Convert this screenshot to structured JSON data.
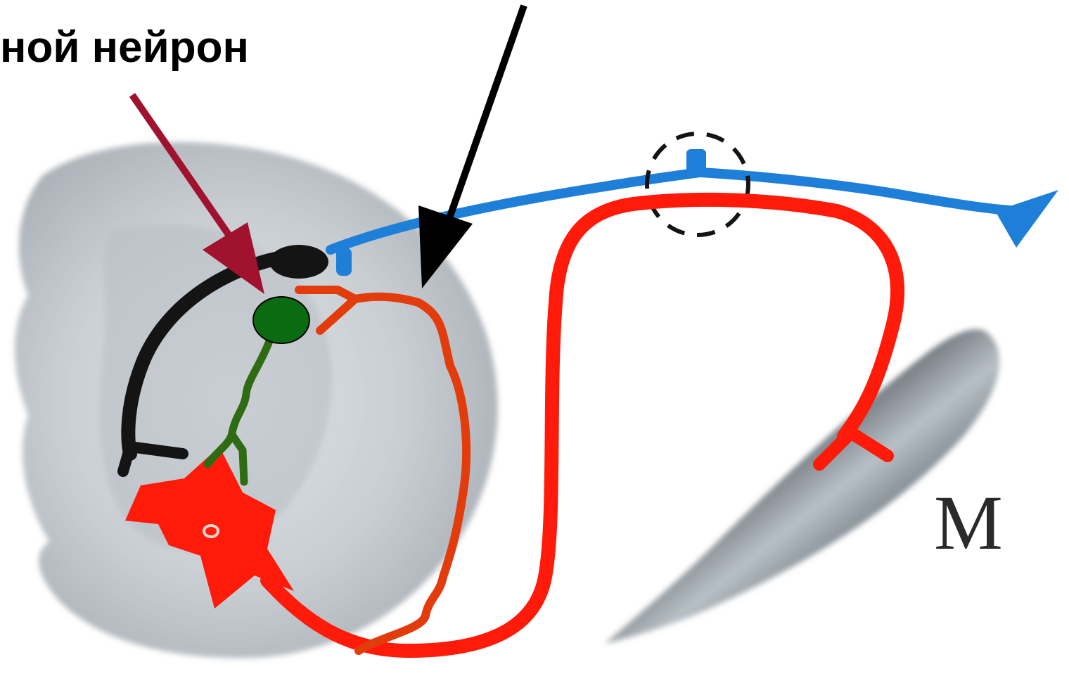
{
  "caption_text": "ной нейрон",
  "muscle_label": "M",
  "colors": {
    "background": "#ffffff",
    "spinal_cord": "#c9ced3",
    "sensory_fiber": "#1e7fd8",
    "motor_neuron": "#ff1a0a",
    "interneuron": "#0a6b10",
    "interneuron_branch": "#2f6b12",
    "recurrent_axon": "#e23c0c",
    "dorsal_root": "#141414",
    "arrow_red": "#a0122e",
    "arrow_black": "#000000",
    "muscle": "#5c6670"
  },
  "icons": {
    "interneuron_marker": "green-circle",
    "motor_neuron_body": "red-star-cell",
    "ganglion_marker": "dashed-circle",
    "fiber_end": "triangle-arrowhead"
  }
}
